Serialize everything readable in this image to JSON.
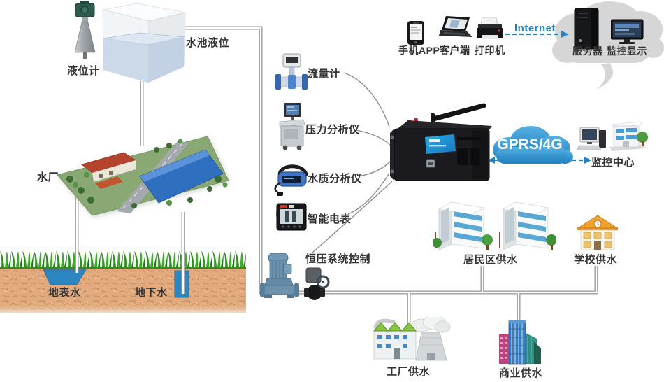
{
  "diagram_title": "",
  "labels": {
    "level_meter": "液位计",
    "tank_level": "水池液位",
    "water_plant": "水厂",
    "surface_water": "地表水",
    "ground_water": "地下水",
    "flow_meter": "流量计",
    "pressure_analyzer": "压力分析仪",
    "water_quality_analyzer": "水质分析仪",
    "smart_meter": "智能电表",
    "constant_pressure_control": "恒压系统控制",
    "mobile_app": "手机APP",
    "client": "客户端",
    "printer": "打印机",
    "internet": "Internet",
    "server": "服务器",
    "monitor_display": "监控显示",
    "gprs_network": "GPRS/4G",
    "monitor_center": "监控中心",
    "residential_supply": "居民区供水",
    "school_supply": "学校供水",
    "factory_supply": "工厂供水",
    "commercial_supply": "商业供水"
  },
  "connections": [
    {
      "from": "tank_level",
      "to": "constant_pressure_control",
      "style": "pipe"
    },
    {
      "from": "tank_level",
      "to": "water_plant",
      "style": "pipe"
    },
    {
      "from": "water_plant",
      "to": "surface_water",
      "style": "pipe"
    },
    {
      "from": "water_plant",
      "to": "ground_water",
      "style": "pipe"
    },
    {
      "from": "constant_pressure_control",
      "to": "factory_supply",
      "style": "pipe"
    },
    {
      "from": "constant_pressure_control",
      "to": "commercial_supply",
      "style": "pipe"
    },
    {
      "from": "constant_pressure_control",
      "to": "residential_supply",
      "style": "pipe"
    },
    {
      "from": "constant_pressure_control",
      "to": "school_supply",
      "style": "pipe"
    },
    {
      "from": "flow_meter",
      "to": "rtu",
      "style": "curve"
    },
    {
      "from": "pressure_analyzer",
      "to": "rtu",
      "style": "curve"
    },
    {
      "from": "water_quality_analyzer",
      "to": "rtu",
      "style": "curve"
    },
    {
      "from": "smart_meter",
      "to": "rtu",
      "style": "curve"
    },
    {
      "from": "constant_pressure_control",
      "to": "rtu",
      "style": "curve"
    },
    {
      "from": "rtu",
      "to": "monitor_center",
      "label": "GPRS/4G",
      "style": "dashed-arrow-both"
    },
    {
      "from": "mobile_app_client_printer",
      "to": "server_cloud",
      "label": "Internet",
      "style": "dashed-arrow"
    }
  ],
  "colors": {
    "accent_blue": "#1e86c8",
    "gprs_cloud_blue": "#2e93d4",
    "server_cloud_gray": "#d6d6d6",
    "water_blue": "#2e86c1",
    "soil_tan": "#e2ab7f",
    "grass_green": "#2f9322",
    "pipe_gray": "#9e9e9e",
    "label_text": "#333333"
  }
}
